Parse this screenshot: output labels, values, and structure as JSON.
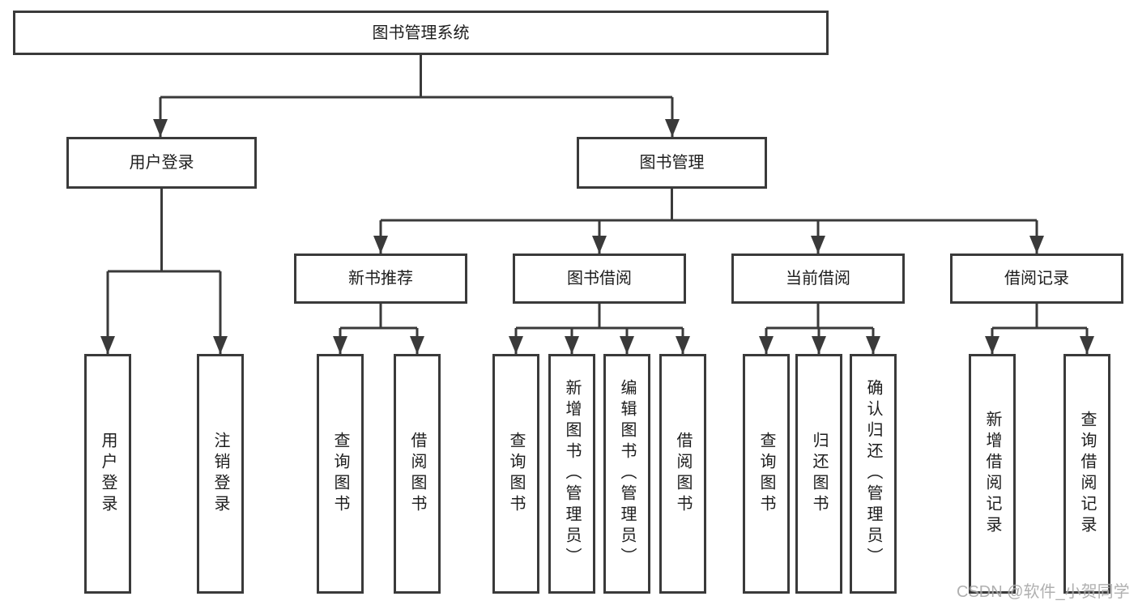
{
  "colors": {
    "line": "#3a3a3a",
    "text": "#1d1d1d",
    "watermark": "#a3a3a3"
  },
  "watermark": {
    "text": "CSDN @软件_小贺同学"
  },
  "diagram": {
    "root": {
      "label": "图书管理系统"
    },
    "branches": [
      {
        "label": "用户登录",
        "children": [
          {
            "label": "用户登录"
          },
          {
            "label": "注销登录"
          }
        ]
      },
      {
        "label": "图书管理",
        "groups": [
          {
            "label": "新书推荐",
            "children": [
              {
                "label": "查询图书"
              },
              {
                "label": "借阅图书"
              }
            ]
          },
          {
            "label": "图书借阅",
            "children": [
              {
                "label": "查询图书"
              },
              {
                "label": "新增图书（管理员）"
              },
              {
                "label": "编辑图书（管理员）"
              },
              {
                "label": "借阅图书"
              }
            ]
          },
          {
            "label": "当前借阅",
            "children": [
              {
                "label": "查询图书"
              },
              {
                "label": "归还图书"
              },
              {
                "label": "确认归还（管理员）"
              }
            ]
          },
          {
            "label": "借阅记录",
            "children": [
              {
                "label": "新增借阅记录"
              },
              {
                "label": "查询借阅记录"
              }
            ]
          }
        ]
      }
    ]
  }
}
